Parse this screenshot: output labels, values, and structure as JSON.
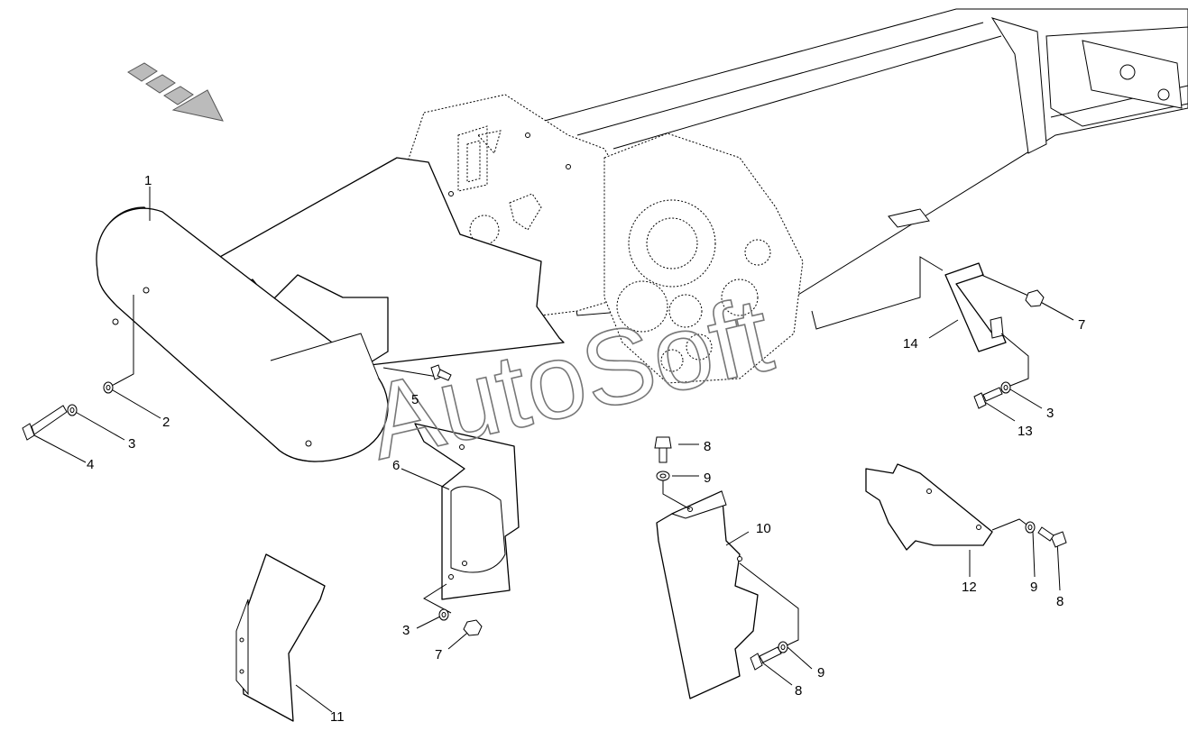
{
  "watermark": "AutoSoft",
  "callouts": [
    {
      "id": "c1",
      "label": "1"
    },
    {
      "id": "c2",
      "label": "2"
    },
    {
      "id": "c3a",
      "label": "3"
    },
    {
      "id": "c4",
      "label": "4"
    },
    {
      "id": "c5",
      "label": "5"
    },
    {
      "id": "c6",
      "label": "6"
    },
    {
      "id": "c3b",
      "label": "3"
    },
    {
      "id": "c7a",
      "label": "7"
    },
    {
      "id": "c8a",
      "label": "8"
    },
    {
      "id": "c9a",
      "label": "9"
    },
    {
      "id": "c10",
      "label": "10"
    },
    {
      "id": "c9b",
      "label": "9"
    },
    {
      "id": "c8b",
      "label": "8"
    },
    {
      "id": "c11",
      "label": "11"
    },
    {
      "id": "c12",
      "label": "12"
    },
    {
      "id": "c9c",
      "label": "9"
    },
    {
      "id": "c8c",
      "label": "8"
    },
    {
      "id": "c14",
      "label": "14"
    },
    {
      "id": "c7b",
      "label": "7"
    },
    {
      "id": "c13",
      "label": "13"
    },
    {
      "id": "c3c",
      "label": "3"
    }
  ],
  "icons": {
    "direction_arrow": "direction-arrow-icon"
  },
  "colors": {
    "line": "#000000",
    "background": "#ffffff",
    "watermark": "#777777"
  }
}
